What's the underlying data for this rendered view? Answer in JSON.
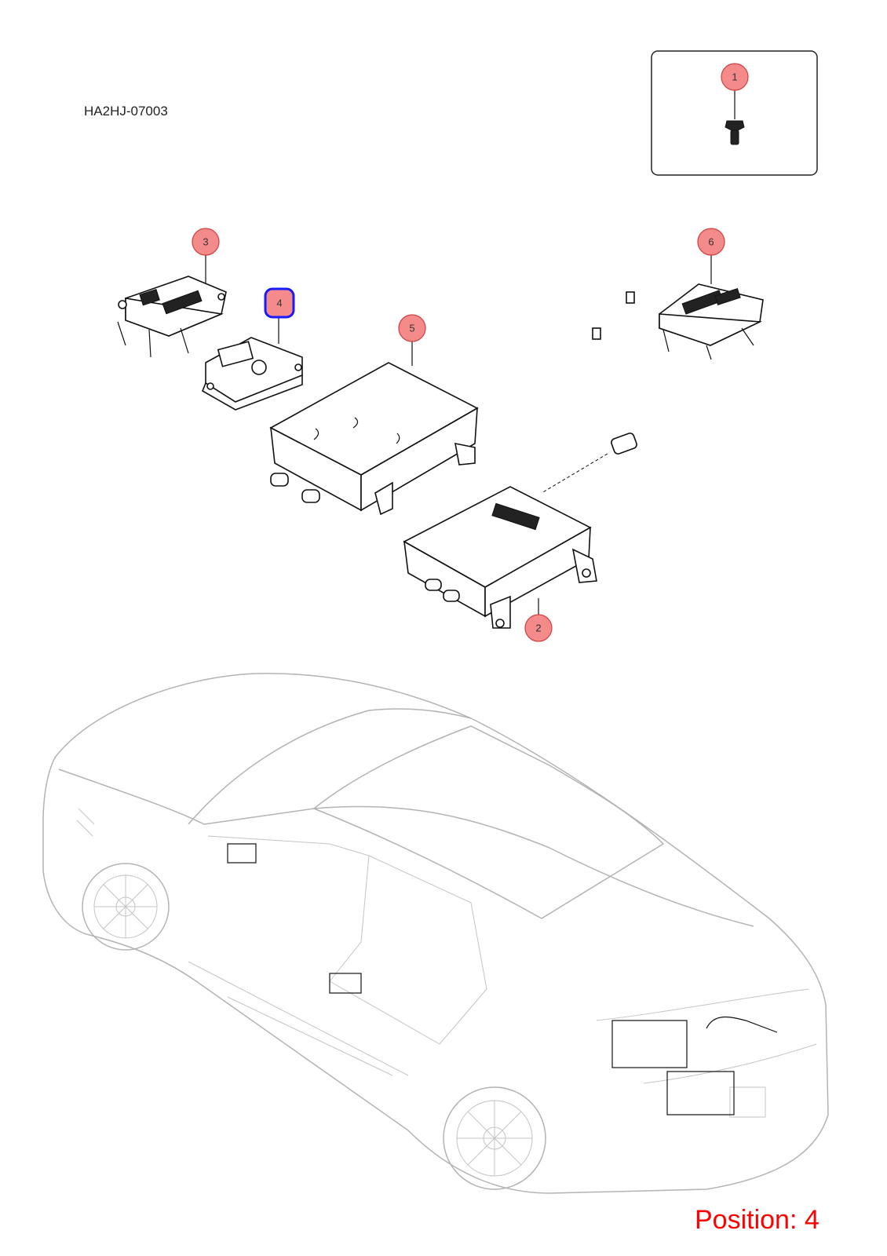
{
  "diagram_code": "HA2HJ-07003",
  "position_label": "Position: 4",
  "colors": {
    "callout_fill": "#f48a8a",
    "callout_stroke": "#d04040",
    "highlight_stroke": "#1a1aff",
    "position_text": "#ff0000"
  },
  "callouts": [
    {
      "label": "1",
      "highlighted": false
    },
    {
      "label": "2",
      "highlighted": false
    },
    {
      "label": "3",
      "highlighted": false
    },
    {
      "label": "4",
      "highlighted": true
    },
    {
      "label": "5",
      "highlighted": false
    },
    {
      "label": "6",
      "highlighted": false
    }
  ]
}
